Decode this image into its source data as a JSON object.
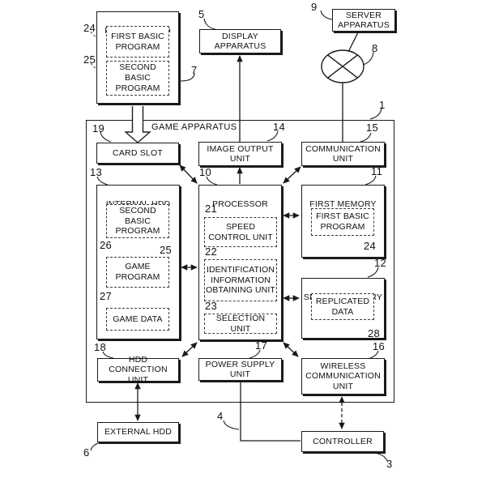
{
  "boxes": {
    "memory_card": "MEMORY CARD",
    "first_basic_program_card": "FIRST BASIC\nPROGRAM",
    "second_basic_program_card": "SECOND\nBASIC\nPROGRAM",
    "display_apparatus": "DISPLAY\nAPPARATUS",
    "server_apparatus": "SERVER\nAPPARATUS",
    "game_apparatus": "GAME APPARATUS",
    "card_slot": "CARD SLOT",
    "image_output_unit": "IMAGE OUTPUT\nUNIT",
    "communication_unit": "COMMUNICATION\nUNIT",
    "internal_hdd": "INTERNAL HDD",
    "second_basic_program_hdd": "SECOND\nBASIC\nPROGRAM",
    "game_program": "GAME\nPROGRAM",
    "game_data": "GAME DATA",
    "processor": "PROCESSOR",
    "speed_control_unit": "SPEED\nCONTROL UNIT",
    "identification_information_obtaining_unit": "IDENTIFICATION\nINFORMATION\nOBTAINING UNIT",
    "selection_unit": "SELECTION UNIT",
    "first_memory": "FIRST MEMORY",
    "first_basic_program_memory": "FIRST BASIC\nPROGRAM",
    "second_memory": "SECOND MEMORY",
    "replicated_data": "REPLICATED\nDATA",
    "hdd_connection_unit": "HDD CONNECTION\nUNIT",
    "power_supply_unit": "POWER SUPPLY\nUNIT",
    "wireless_communication_unit": "WIRELESS\nCOMMUNICATION\nUNIT",
    "external_hdd": "EXTERNAL HDD",
    "controller": "CONTROLLER"
  },
  "refs": {
    "memory_card": "7",
    "first_basic_program_card": "24",
    "second_basic_program_card": "25",
    "display_apparatus": "5",
    "server_apparatus": "9",
    "network": "8",
    "game_apparatus": "1",
    "card_slot": "19",
    "image_output_unit": "14",
    "communication_unit": "15",
    "internal_hdd": "13",
    "processor": "10",
    "first_memory": "11",
    "second_memory": "12",
    "speed_control_unit": "21",
    "identification_information_obtaining_unit": "22",
    "selection_unit": "23",
    "game_program": "26",
    "game_data": "27",
    "second_basic_program_hdd": "25",
    "first_basic_program_memory": "24",
    "replicated_data": "28",
    "hdd_connection_unit": "18",
    "power_supply_unit": "17",
    "wireless_communication_unit": "16",
    "external_hdd": "6",
    "power_line": "4",
    "controller": "3"
  },
  "colors": {
    "line": "#1a1a1a",
    "background": "#ffffff"
  }
}
